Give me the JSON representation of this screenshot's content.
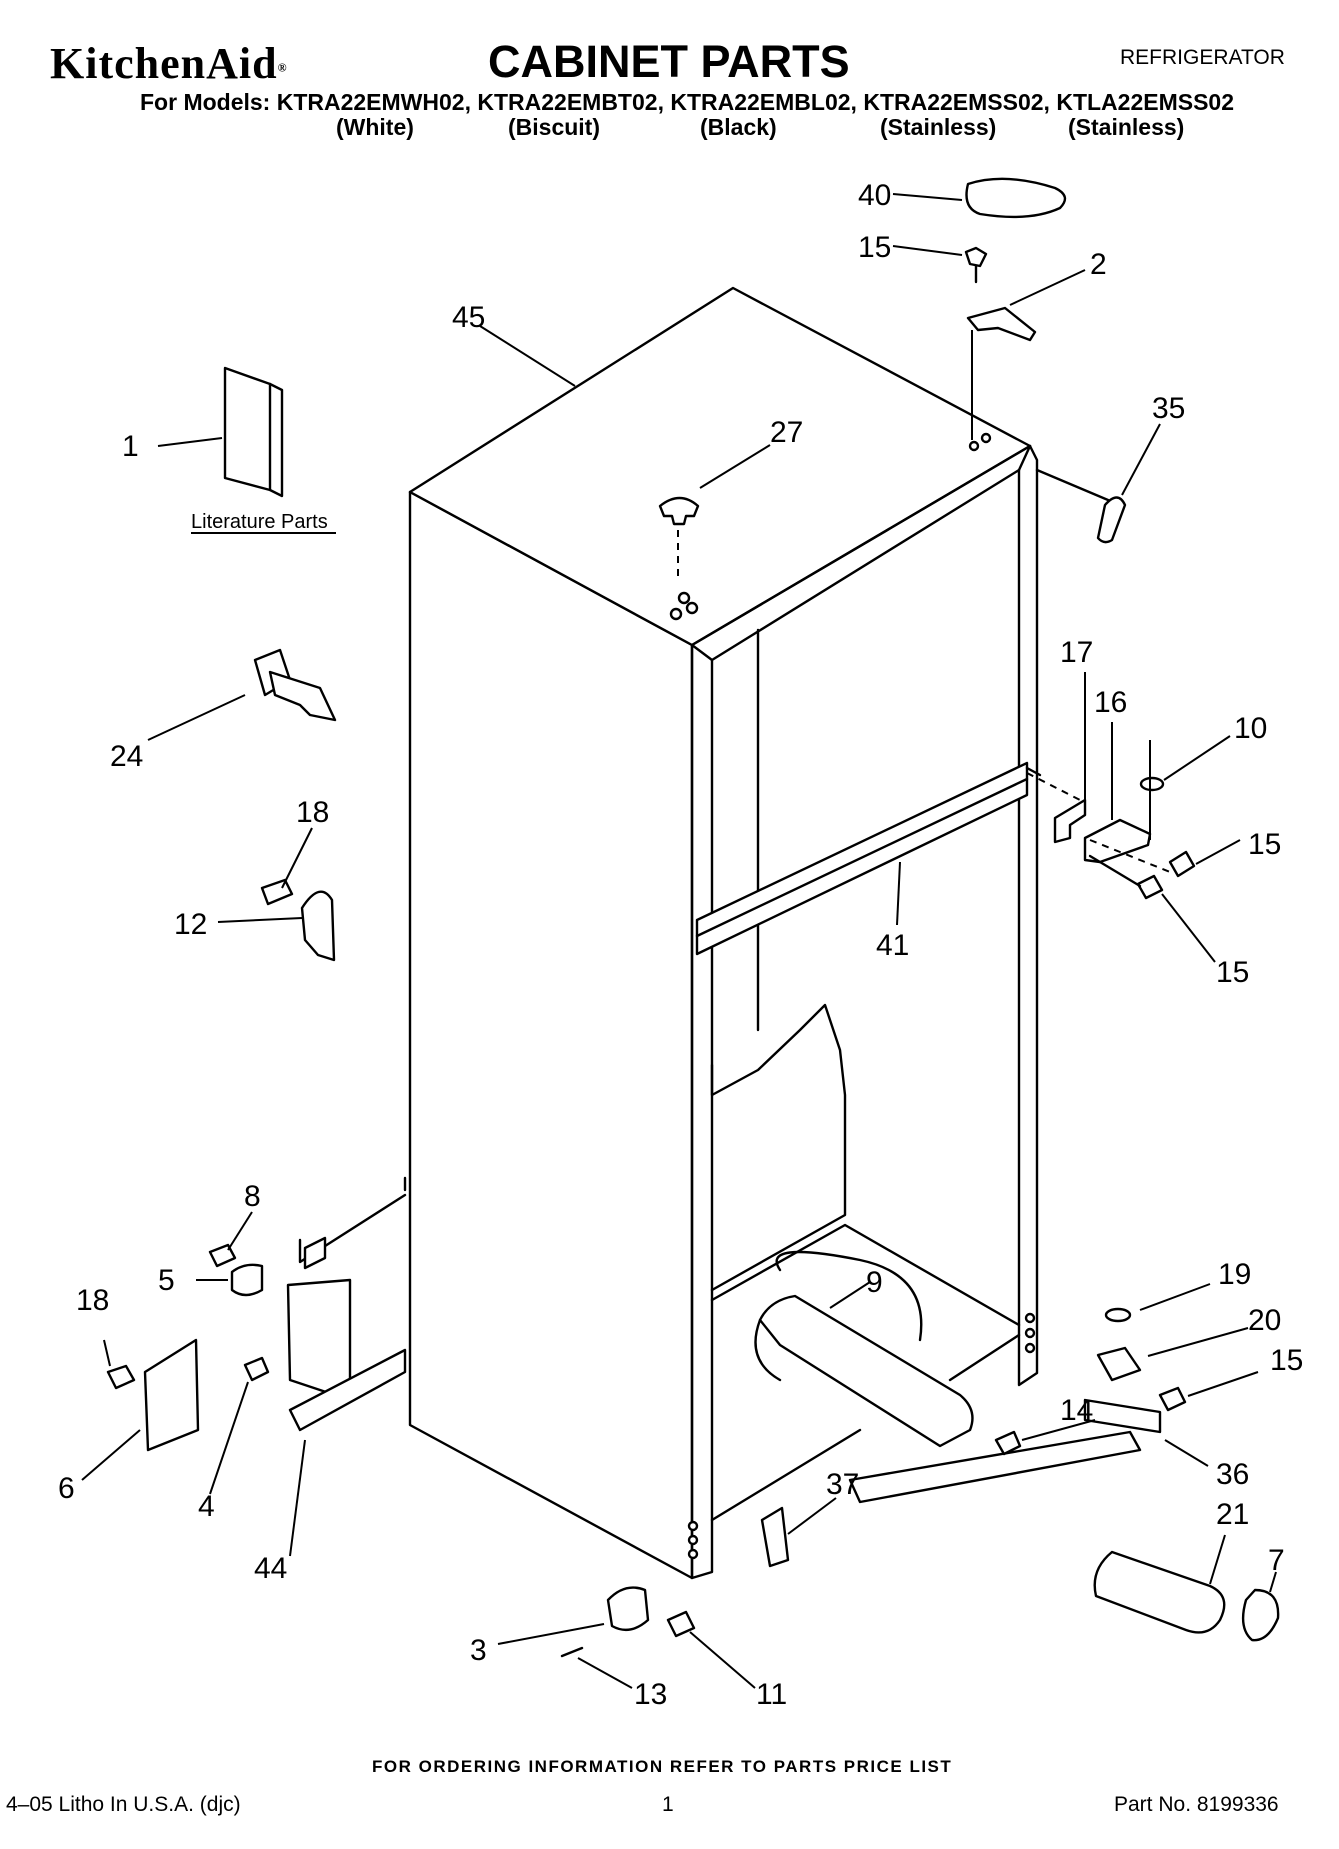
{
  "header": {
    "brand": "KitchenAid",
    "brand_mark": "®",
    "title": "CABINET PARTS",
    "category": "REFRIGERATOR",
    "models_line": "For Models: KTRA22EMWH02, KTRA22EMBT02, KTRA22EMBL02, KTRA22EMSS02, KTLA22EMSS02",
    "model_colors": [
      "(White)",
      "(Biscuit)",
      "(Black)",
      "(Stainless)",
      "(Stainless)"
    ]
  },
  "diagram": {
    "literature_label": "Literature Parts",
    "callouts": [
      "40",
      "15",
      "2",
      "45",
      "27",
      "35",
      "1",
      "24",
      "17",
      "16",
      "10",
      "15",
      "18",
      "15",
      "12",
      "41",
      "8",
      "5",
      "9",
      "19",
      "18",
      "20",
      "15",
      "14",
      "6",
      "4",
      "36",
      "37",
      "21",
      "44",
      "7",
      "3",
      "13",
      "11"
    ]
  },
  "footer": {
    "note": "FOR ORDERING INFORMATION REFER TO PARTS PRICE LIST",
    "litho": "4–05 Litho In U.S.A. (djc)",
    "page": "1",
    "part_no": "Part No. 8199336"
  }
}
